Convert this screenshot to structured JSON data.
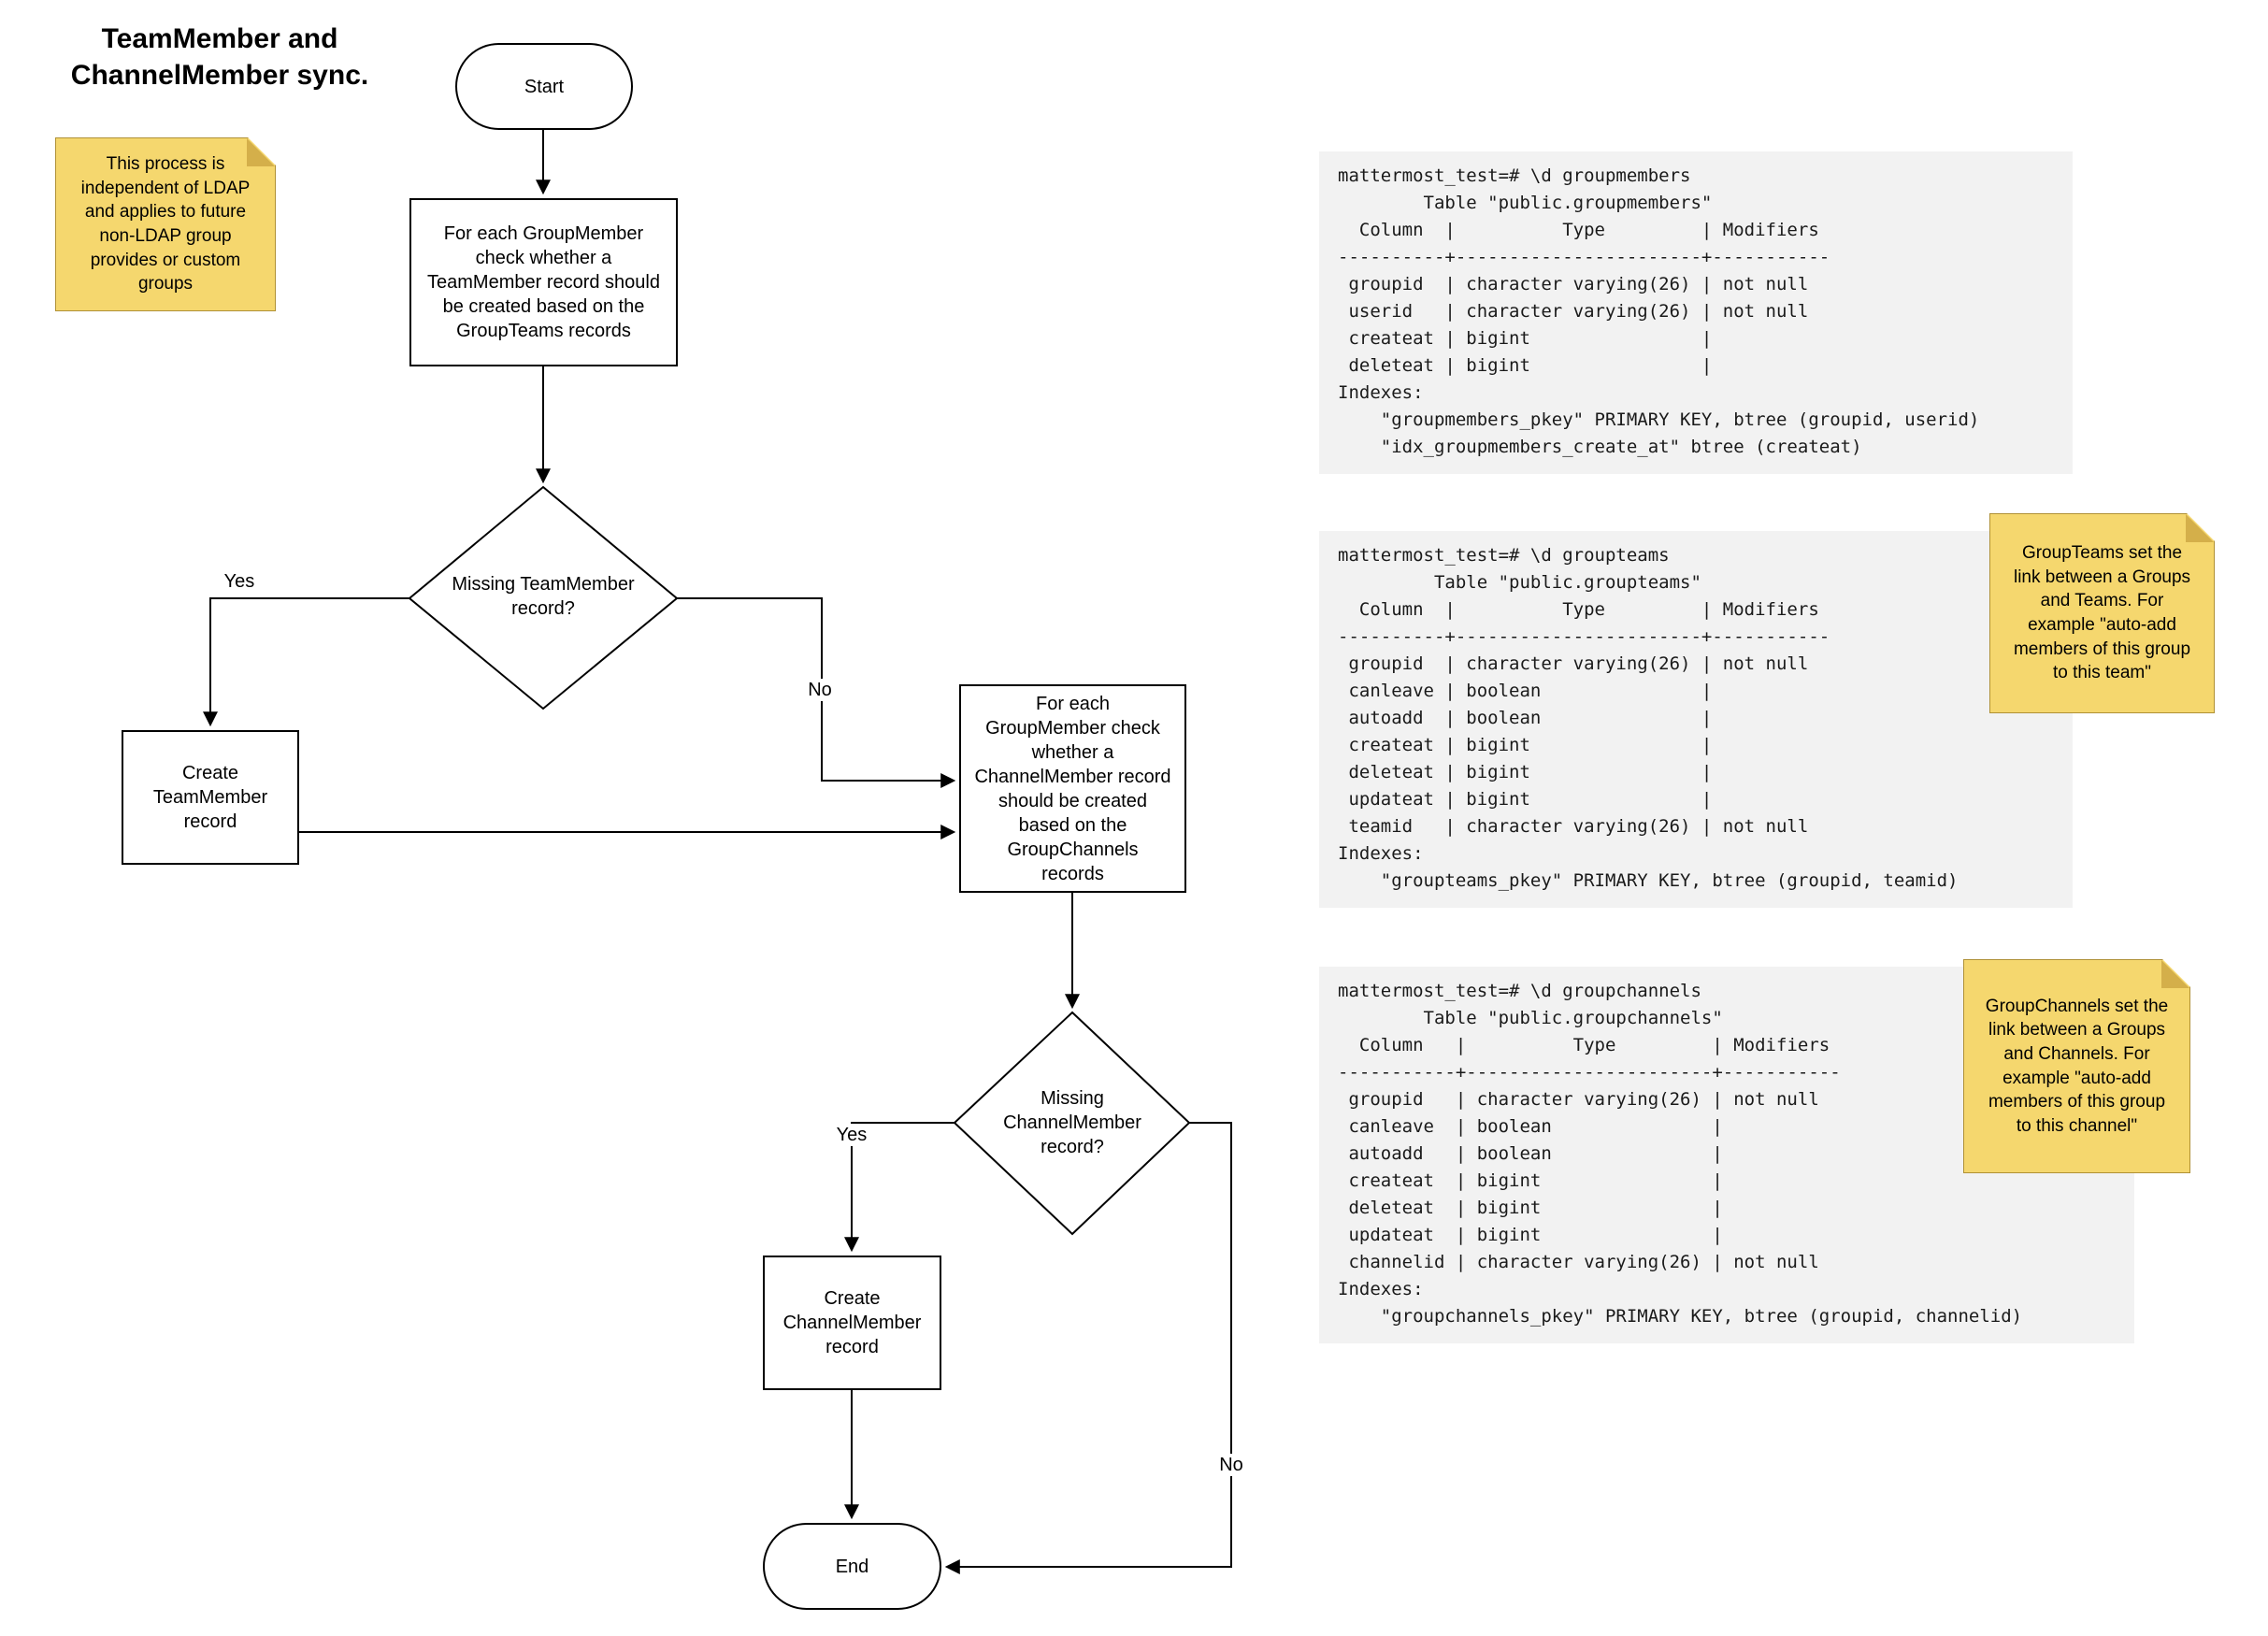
{
  "title": "TeamMember and\nChannelMember sync.",
  "colors": {
    "sticky-bg": "#f5d76e",
    "sticky-fold": "#d4af4a",
    "sticky-border": "#b09136",
    "line-color": "#000000",
    "node-bg": "#ffffff",
    "terminal-bg": "#f2f2f2",
    "text-color": "#000000"
  },
  "notes": {
    "ldap": "This process is\nindependent of LDAP\nand applies to future\nnon-LDAP group\nprovides or custom\ngroups",
    "groupteams": "GroupTeams set the\nlink between a Groups\nand Teams. For\nexample \"auto-add\nmembers of this group\nto this team\"",
    "groupchannels": "GroupChannels set the\nlink between a Groups\nand Channels. For\nexample \"auto-add\nmembers of this group\nto this channel\""
  },
  "flowchart": {
    "start_label": "Start",
    "process_teammember": "For each GroupMember\ncheck whether a\nTeamMember record should\nbe created based on the\nGroupTeams records",
    "decision_teammember": "Missing TeamMember\nrecord?",
    "create_teammember": "Create\nTeamMember\nrecord",
    "process_channelmember": "For each\nGroupMember check\nwhether a\nChannelMember record\nshould be created\nbased on the\nGroupChannels\nrecords",
    "decision_channelmember": "Missing\nChannelMember\nrecord?",
    "create_channelmember": "Create\nChannelMember\nrecord",
    "end_label": "End",
    "labels": {
      "yes_teammember": "Yes",
      "no_teammember": "No",
      "yes_channelmember": "Yes",
      "no_channelmember": "No"
    }
  },
  "terminals": {
    "groupmembers": "mattermost_test=# \\d groupmembers\n        Table \"public.groupmembers\"\n  Column  |          Type         | Modifiers\n----------+-----------------------+-----------\n groupid  | character varying(26) | not null\n userid   | character varying(26) | not null\n createat | bigint                |\n deleteat | bigint                |\nIndexes:\n    \"groupmembers_pkey\" PRIMARY KEY, btree (groupid, userid)\n    \"idx_groupmembers_create_at\" btree (createat)",
    "groupteams": "mattermost_test=# \\d groupteams\n         Table \"public.groupteams\"\n  Column  |          Type         | Modifiers\n----------+-----------------------+-----------\n groupid  | character varying(26) | not null\n canleave | boolean               |\n autoadd  | boolean               |\n createat | bigint                |\n deleteat | bigint                |\n updateat | bigint                |\n teamid   | character varying(26) | not null\nIndexes:\n    \"groupteams_pkey\" PRIMARY KEY, btree (groupid, teamid)",
    "groupchannels": "mattermost_test=# \\d groupchannels\n        Table \"public.groupchannels\"\n  Column   |          Type         | Modifiers\n-----------+-----------------------+-----------\n groupid   | character varying(26) | not null\n canleave  | boolean               |\n autoadd   | boolean               |\n createat  | bigint                |\n deleteat  | bigint                |\n updateat  | bigint                |\n channelid | character varying(26) | not null\nIndexes:\n    \"groupchannels_pkey\" PRIMARY KEY, btree (groupid, channelid)"
  }
}
